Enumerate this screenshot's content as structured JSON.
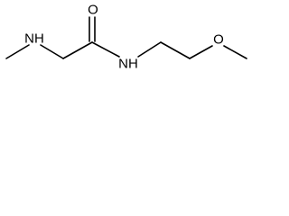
{
  "structure": {
    "atoms": {
      "amine_n": "NH",
      "carbonyl_o": "O",
      "amide_n": "NH",
      "ether_o": "O"
    }
  }
}
